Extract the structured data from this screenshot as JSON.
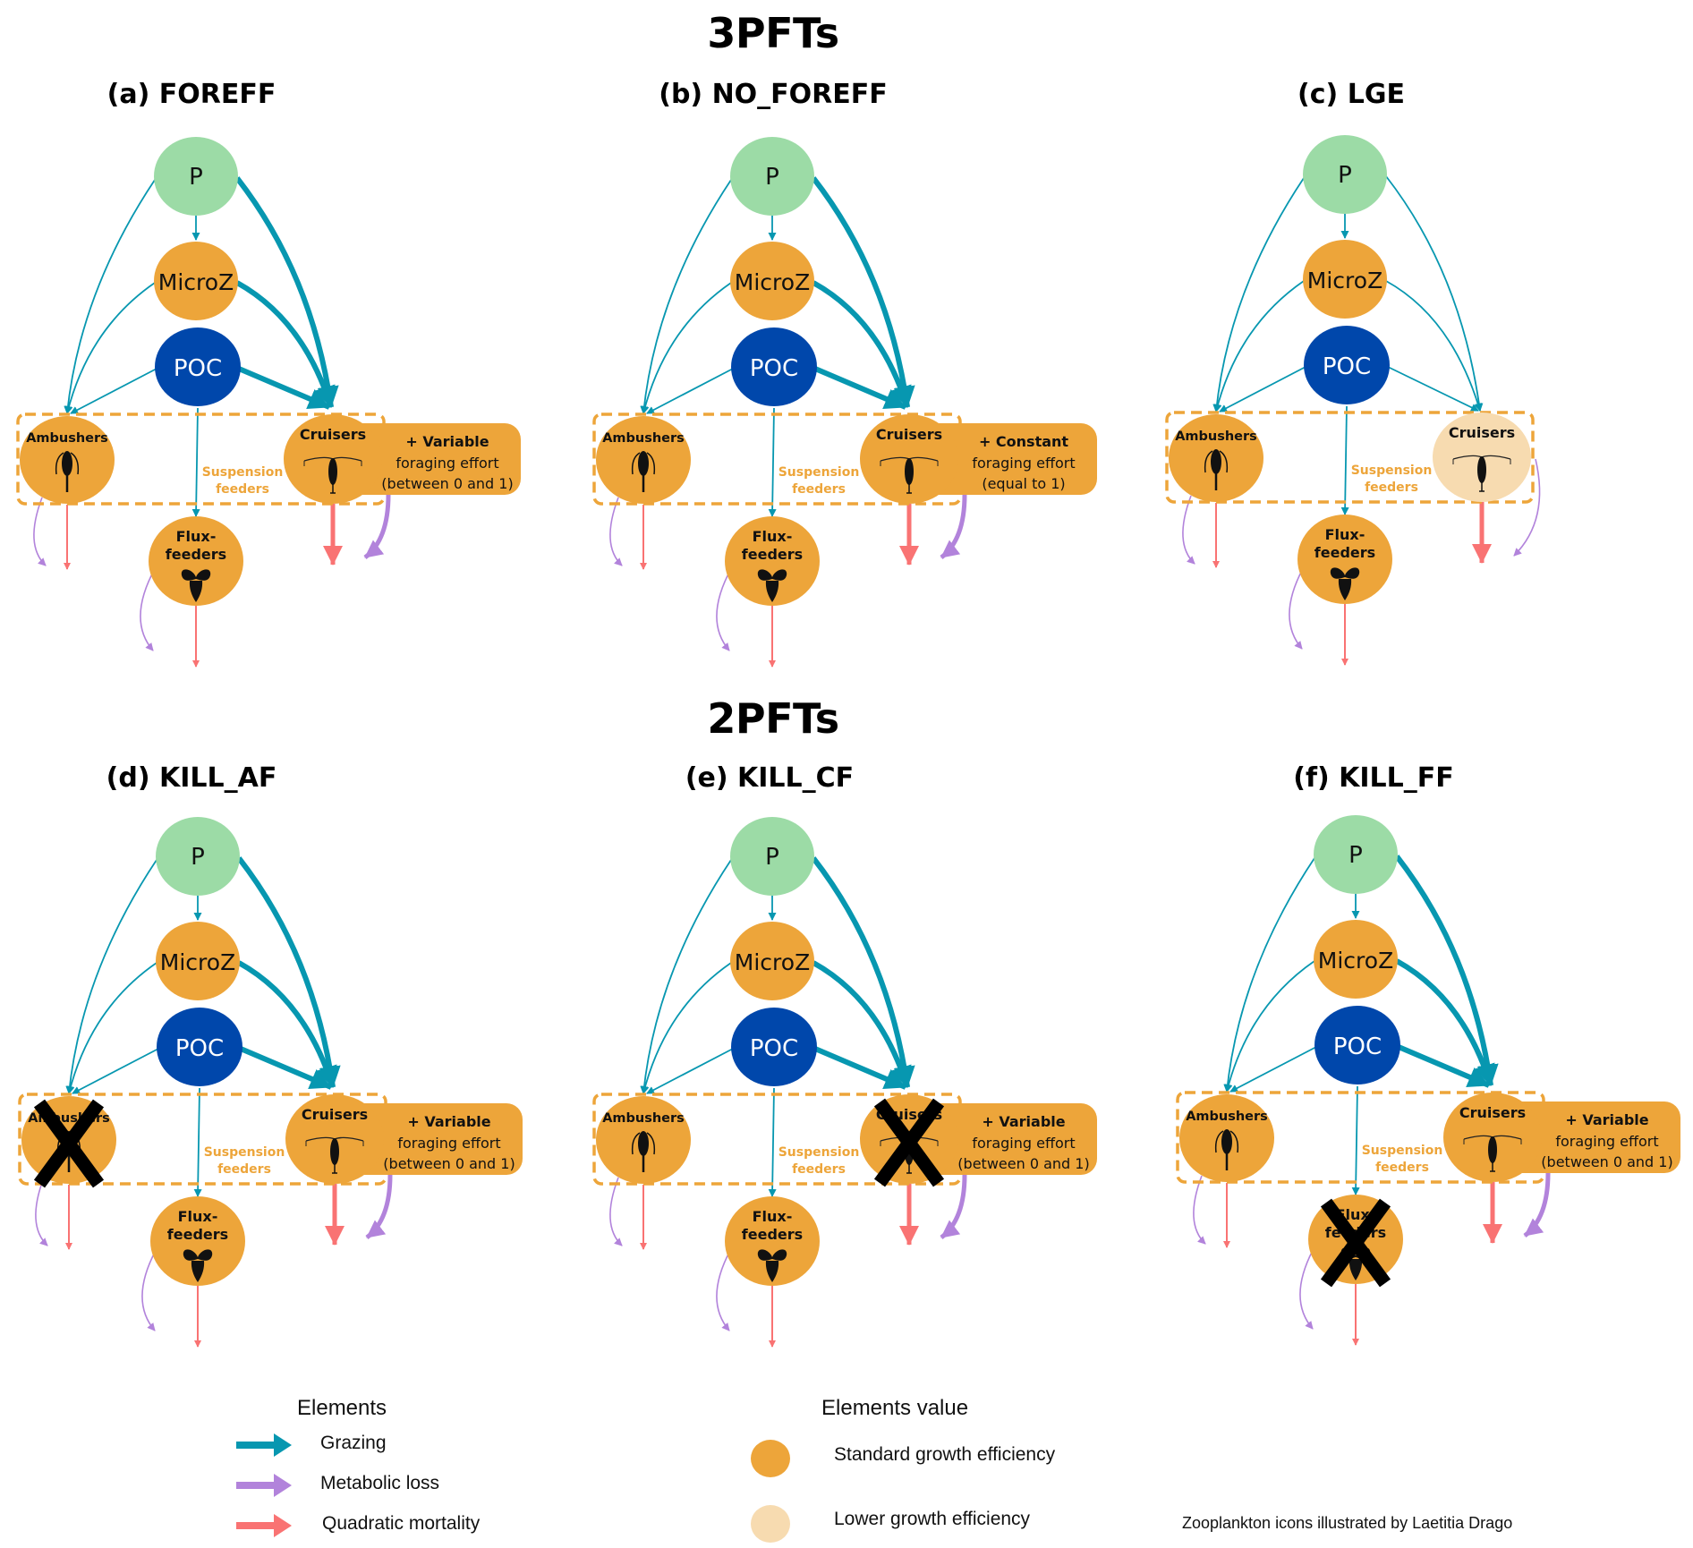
{
  "sections": [
    {
      "title": "3PFTs"
    },
    {
      "title": "2PFTs"
    }
  ],
  "colors": {
    "phyto": "#9cdba6",
    "standard": "#eda53a",
    "lower": "#f7dbb0",
    "poc": "#0047ab",
    "grazing": "#0797b0",
    "metabolic": "#b283db",
    "mortality": "#f97373",
    "suspension_text": "#eda53a",
    "dashed": "#eda53a"
  },
  "nodes": {
    "p": "P",
    "microz": "MicroZ",
    "poc": "POC",
    "ambushers": "Ambushers",
    "cruisers": "Cruisers",
    "flux_line1": "Flux-",
    "flux_line2": "feeders",
    "suspension_line1": "Suspension",
    "suspension_line2": "feeders"
  },
  "panels": [
    {
      "id": "a",
      "title": "(a) FOREFF",
      "section": 0,
      "cruiser_growth": "standard",
      "strong_cruiser_grazing": true,
      "note": {
        "bold": "+ Variable",
        "line2": "foraging effort",
        "line3": "(between 0 and 1)"
      },
      "killed": null
    },
    {
      "id": "b",
      "title": "(b) NO_FOREFF",
      "section": 0,
      "cruiser_growth": "standard",
      "strong_cruiser_grazing": true,
      "note": {
        "bold": "+ Constant",
        "line2": "foraging effort",
        "line3": "(equal to 1)"
      },
      "killed": null
    },
    {
      "id": "c",
      "title": "(c) LGE",
      "section": 0,
      "cruiser_growth": "lower",
      "strong_cruiser_grazing": false,
      "note": null,
      "killed": null
    },
    {
      "id": "d",
      "title": "(d) KILL_AF",
      "section": 1,
      "cruiser_growth": "standard",
      "strong_cruiser_grazing": true,
      "note": {
        "bold": "+ Variable",
        "line2": "foraging effort",
        "line3": "(between 0 and 1)"
      },
      "killed": "ambushers"
    },
    {
      "id": "e",
      "title": "(e) KILL_CF",
      "section": 1,
      "cruiser_growth": "standard",
      "strong_cruiser_grazing": true,
      "note": {
        "bold": "+ Variable",
        "line2": "foraging effort",
        "line3": "(between 0 and 1)"
      },
      "killed": "cruisers"
    },
    {
      "id": "f",
      "title": "(f) KILL_FF",
      "section": 1,
      "cruiser_growth": "standard",
      "strong_cruiser_grazing": true,
      "note": {
        "bold": "+ Variable",
        "line2": "foraging effort",
        "line3": "(between 0 and 1)"
      },
      "killed": "flux"
    }
  ],
  "legend": {
    "elements_title": "Elements",
    "elements": [
      {
        "label": "Grazing",
        "color_key": "grazing",
        "icon": "arrow-right-icon"
      },
      {
        "label": "Metabolic loss",
        "color_key": "metabolic",
        "icon": "arrow-right-icon"
      },
      {
        "label": "Quadratic mortality",
        "color_key": "mortality",
        "icon": "arrow-right-icon"
      }
    ],
    "values_title": "Elements value",
    "values": [
      {
        "label": "Standard growth efficiency",
        "color_key": "standard"
      },
      {
        "label": "Lower growth efficiency",
        "color_key": "lower"
      }
    ],
    "credit": "Zooplankton icons illustrated by Laetitia Drago"
  }
}
